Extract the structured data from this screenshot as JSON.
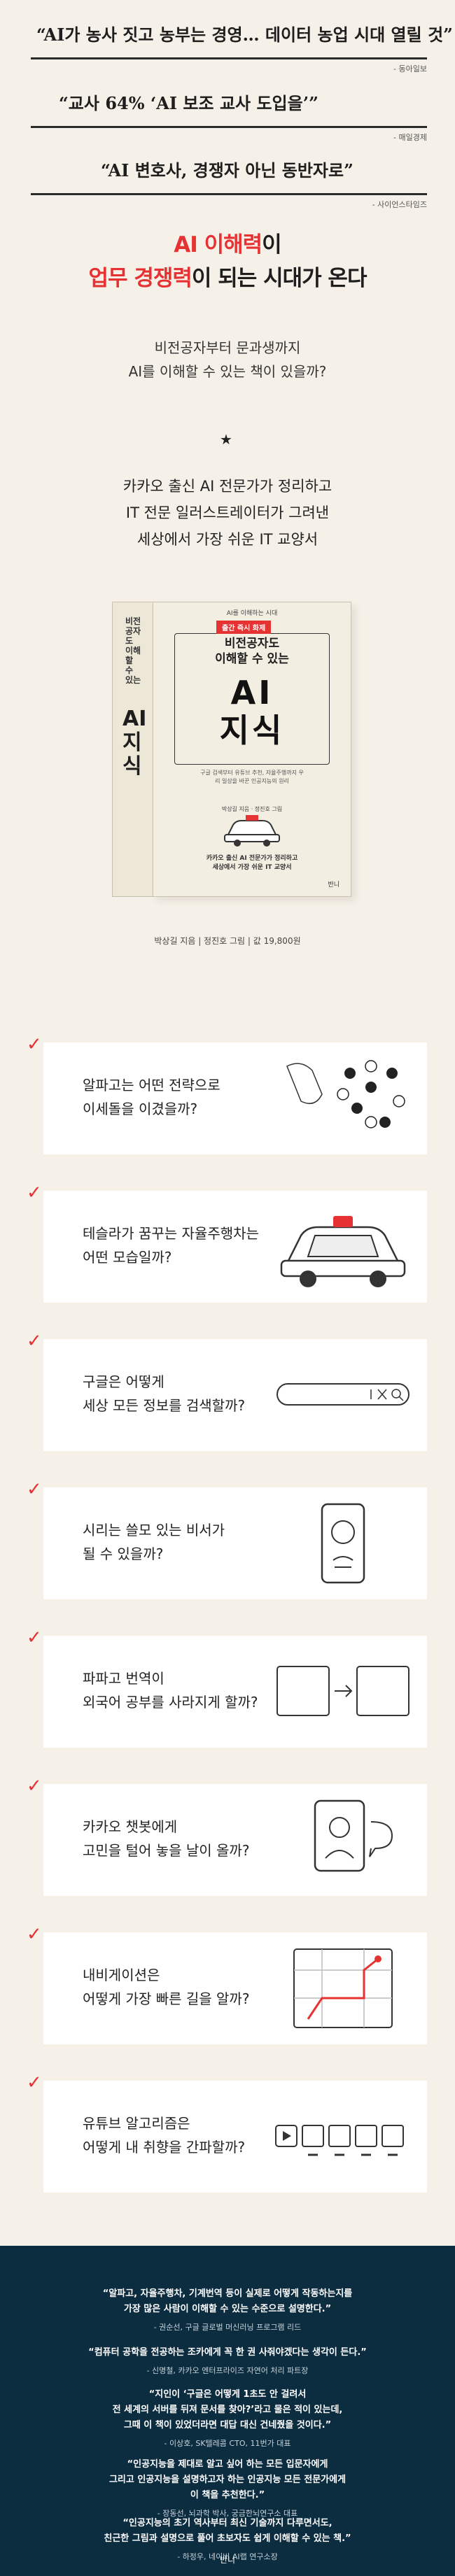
{
  "quotes": [
    {
      "text": "“AI가 농사 짓고 농부는 경영… 데이터 농업 시대 열릴 것”",
      "source": "- 동아일보"
    },
    {
      "text": "“교사 64% ‘AI 보조 교사 도입을’”",
      "source": "- 매일경제"
    },
    {
      "text": "“AI 변호사, 경쟁자 아닌 동반자로”",
      "source": "- 사이언스타임즈"
    }
  ],
  "headline": {
    "line1_red": "AI 이해력",
    "line1_dark": "이",
    "line2_red": "업무 경쟁력",
    "line2_dark": "이 되는 시대가 온다"
  },
  "sub1": [
    "비전공자부터 문과생까지",
    "AI를 이해할 수 있는 책이 있을까?"
  ],
  "star": "★",
  "sub2": [
    "카카오 출신 AI 전문가가 정리하고",
    "IT 전문 일러스트레이터가 그려낸",
    "세상에서 가장 쉬운 IT 교양서"
  ],
  "book": {
    "spine_small": "비전공자도 이해할 수 있는",
    "spine_big": "AI 지식",
    "top_line": "AI를 이해하는 시대",
    "tag": "출간 즉시 화제",
    "title": "비전공자도\n이해할 수 있는",
    "ai_title": "AI\n지식",
    "blurb": "구글 검색부터 유튜브 추천, 자율주행까지 우리 일상을 바꾼 인공지능의 원리",
    "authors": "박상길 지음 · 정진호 그림",
    "bottom": "카카오 출신 AI 전문가가 정리하고\n세상에서 가장 쉬운 IT 교양서",
    "publisher": "반니"
  },
  "credit": "박상길 지음 | 정진호 그림 | 값 19,800원",
  "features": [
    {
      "lines": [
        "알파고는 어떤 전략으로",
        "이세돌을 이겼을까?"
      ],
      "icon": "go-board-icon"
    },
    {
      "lines": [
        "테슬라가 꿈꾸는 자율주행차는",
        "어떤 모습일까?"
      ],
      "icon": "self-driving-car-icon"
    },
    {
      "lines": [
        "구글은 어떻게",
        "세상 모든 정보를 검색할까?"
      ],
      "icon": "search-bar-icon"
    },
    {
      "lines": [
        "시리는 쓸모 있는 비서가",
        "될 수 있을까?"
      ],
      "icon": "voice-assistant-icon"
    },
    {
      "lines": [
        "파파고 번역이",
        "외국어 공부를 사라지게 할까?"
      ],
      "icon": "translation-icon"
    },
    {
      "lines": [
        "카카오 챗봇에게",
        "고민을 털어 놓을 날이 올까?"
      ],
      "icon": "chatbot-icon"
    },
    {
      "lines": [
        "내비게이션은",
        "어떻게 가장 빠른 길을 알까?"
      ],
      "icon": "navigation-icon"
    },
    {
      "lines": [
        "유튜브 알고리즘은",
        "어떻게 내 취향을 간파할까?"
      ],
      "icon": "video-recommendation-icon"
    }
  ],
  "check": "✓",
  "reviews": [
    {
      "lines": [
        "“알파고, 자율주행차, 기계번역 등이 실제로 어떻게 작동하는지를",
        "가장 많은 사람이 이해할 수 있는 수준으로 설명한다.”"
      ],
      "author": "- 권순선, 구글 글로벌 머신러닝 프로그램 리드"
    },
    {
      "lines": [
        "“컴퓨터 공학을 전공하는 조카에게 꼭 한 권 사줘야겠다는 생각이 든다.”"
      ],
      "author": "- 신명철, 카카오 엔터프라이즈 자연어 처리 파트장"
    },
    {
      "lines": [
        "“지인이 ‘구글은 어떻게 1초도 안 걸려서",
        "전 세계의 서버를 뒤져 문서를 찾아?’라고 물은 적이 있는데,",
        "그때 이 책이 있었더라면 대답 대신 건네줬을 것이다.”"
      ],
      "author": "- 이상호, SK텔레콤 CTO, 11번가 대표"
    },
    {
      "lines": [
        "“인공지능을 제대로 알고 싶어 하는 모든 입문자에게",
        "그리고 인공지능을 설명하고자 하는 인공지능 모든 전문가에게",
        "이 책을 추천한다.”"
      ],
      "author": "- 장동선, 뇌과학 박사, 궁금한뇌연구소 대표"
    },
    {
      "lines": [
        "“인공지능의 초기 역사부터 최신 기술까지 다루면서도,",
        "친근한 그림과 설명으로 풀어 초보자도 쉽게 이해할 수 있는 책.”"
      ],
      "author": "- 하정우, 네이버 AI랩 연구소장"
    }
  ],
  "footer_logo": "반니"
}
